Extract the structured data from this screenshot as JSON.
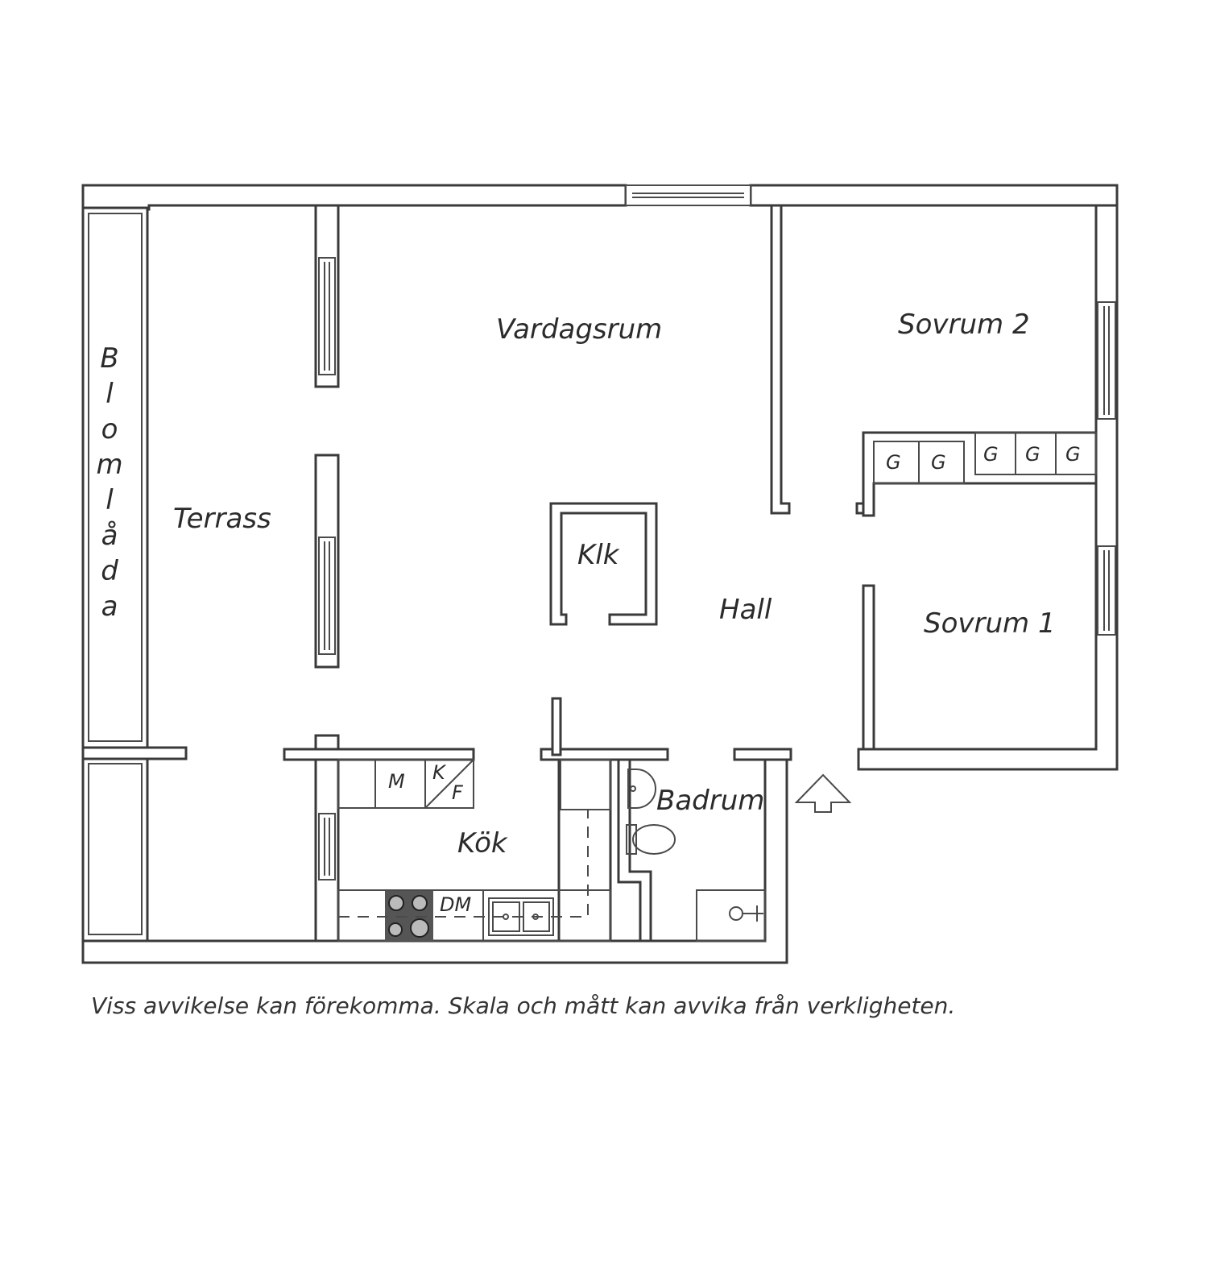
{
  "rooms": {
    "vardagsrum": "Vardagsrum",
    "sovrum2": "Sovrum 2",
    "sovrum1": "Sovrum 1",
    "terrass": "Terrass",
    "klk": "Klk",
    "hall": "Hall",
    "kok": "Kök",
    "badrum": "Badrum"
  },
  "blomlada_letters": [
    "B",
    "l",
    "o",
    "m",
    "l",
    "å",
    "d",
    "a"
  ],
  "fixtures": {
    "closet": "G",
    "microwave": "M",
    "fridge_k": "K",
    "fridge_f": "F",
    "dishwasher": "DM"
  },
  "disclaimer": "Viss avvikelse kan förekomma. Skala och mått kan avvika från verkligheten.",
  "colors": {
    "line": "#3a3a3a",
    "stove": "#555555",
    "background": "#ffffff"
  }
}
